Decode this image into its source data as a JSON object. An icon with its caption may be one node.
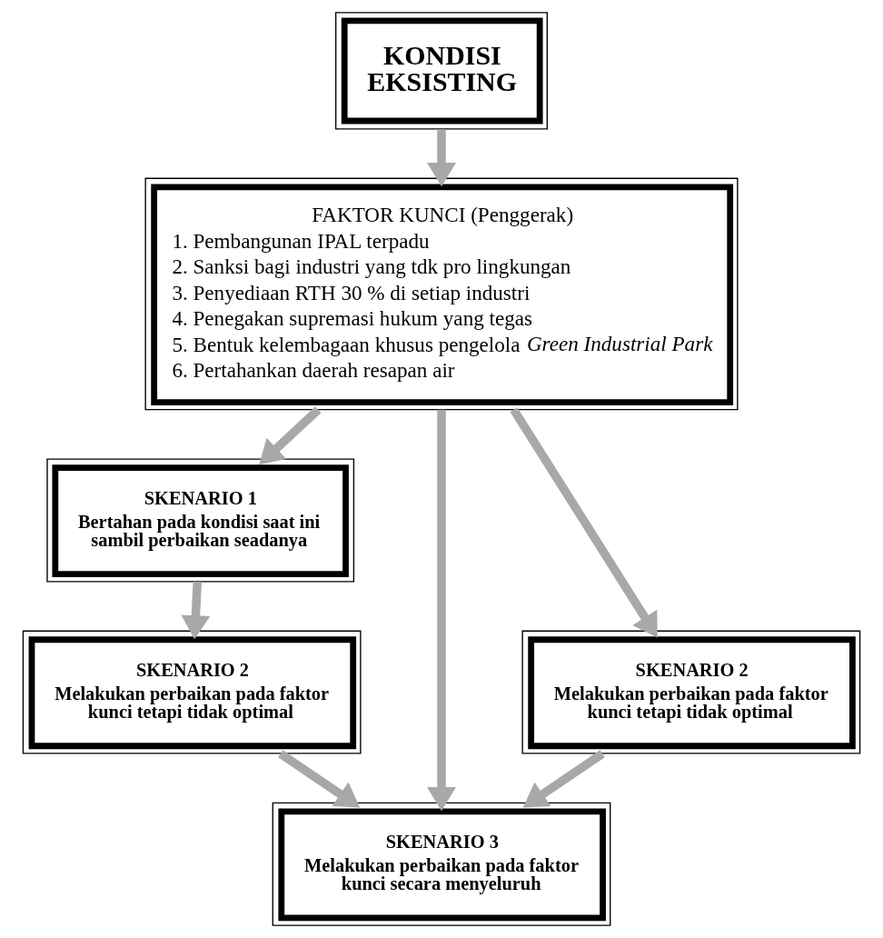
{
  "diagram": {
    "nodes": [
      {
        "text": [
          "KONDISI EKSISTING"
        ]
      },
      {
        "text": [
          "FAKTOR KUNCI (Penggerak)",
          "1. Pembangunan IPAL terpadu",
          "2. Sanksi bagi industri yang tdk pro lingkungan",
          "3. Penyediaan RTH 30 % di setiap industri",
          "4. Penegakan supremasi hukum yang tegas",
          "5. Bentuk kelembagaan khusus pengelola *Green Industrial Park*",
          "6. Pertahankan daerah resapan air"
        ]
      },
      {
        "text": [
          "SKENARIO 1",
          "Bertahan pada kondisi saat ini sambil perbaikan seadanya"
        ]
      },
      {
        "text": [
          "SKENARIO 2",
          "Melakukan perbaikan pada faktor kunci tetapi tidak optimal"
        ]
      },
      {
        "text": [
          "SKENARIO 2",
          "Melakukan perbaikan pada faktor kunci tetapi tidak optimal"
        ]
      },
      {
        "text": [
          "SKENARIO 3",
          "Melakukan perbaikan pada faktor kunci secara menyeluruh"
        ]
      }
    ],
    "edges": [
      {
        "from": 0,
        "to": 1,
        "arrow": "to"
      },
      {
        "from": 1,
        "to": 2,
        "arrow": "to"
      },
      {
        "from": 1,
        "to": 5,
        "arrow": "to"
      },
      {
        "from": 1,
        "to": 3,
        "arrow": "to"
      },
      {
        "from": 2,
        "to": 4,
        "arrow": "to"
      },
      {
        "from": 4,
        "to": 5,
        "arrow": "to"
      },
      {
        "from": 3,
        "to": 5,
        "arrow": "to"
      }
    ]
  }
}
